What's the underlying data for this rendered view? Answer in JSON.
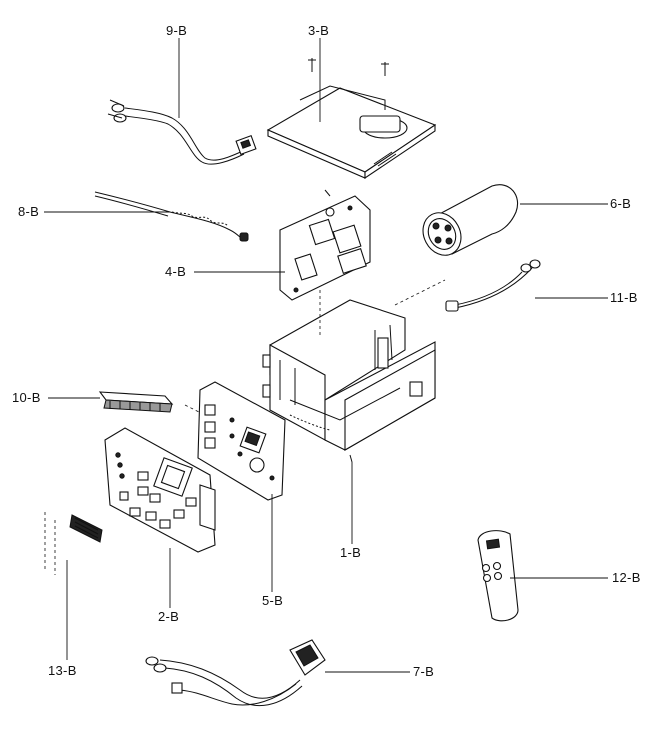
{
  "labels": {
    "p9b": "9-B",
    "p3b": "3-B",
    "p8b": "8-B",
    "p6b": "6-B",
    "p4b": "4-B",
    "p11b": "11-B",
    "p10b": "10-B",
    "p1b": "1-B",
    "p5b": "5-B",
    "p2b": "2-B",
    "p12b": "12-B",
    "p13b": "13-B",
    "p7b": "7-B"
  }
}
